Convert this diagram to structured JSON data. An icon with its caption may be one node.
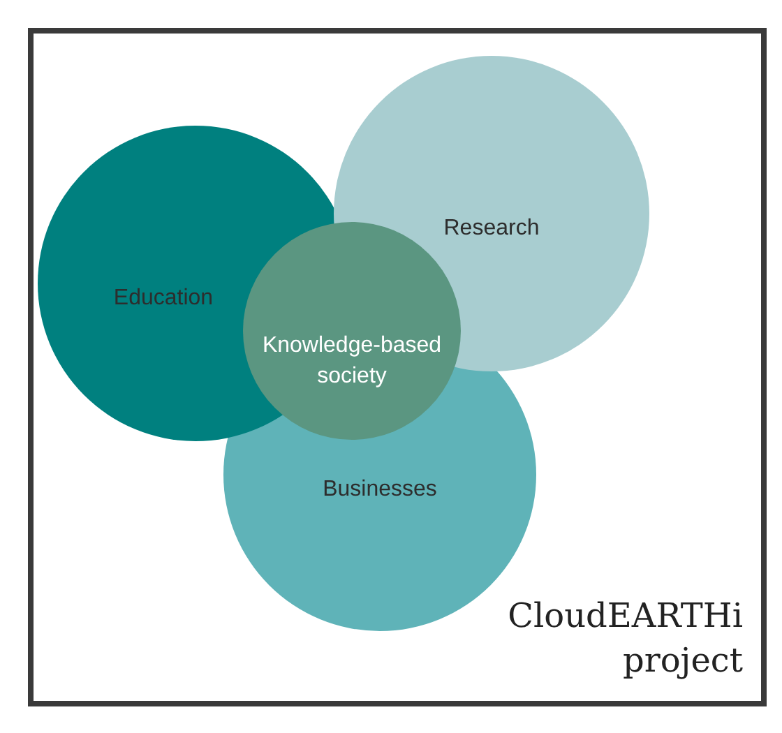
{
  "diagram": {
    "nodes": [
      {
        "text": [
          "Research"
        ]
      },
      {
        "text": [
          "Education"
        ]
      },
      {
        "text": [
          "Knowledge-based society"
        ]
      },
      {
        "text": [
          "Businesses"
        ]
      }
    ],
    "labels": [
      "CloudEARTHi project"
    ]
  }
}
